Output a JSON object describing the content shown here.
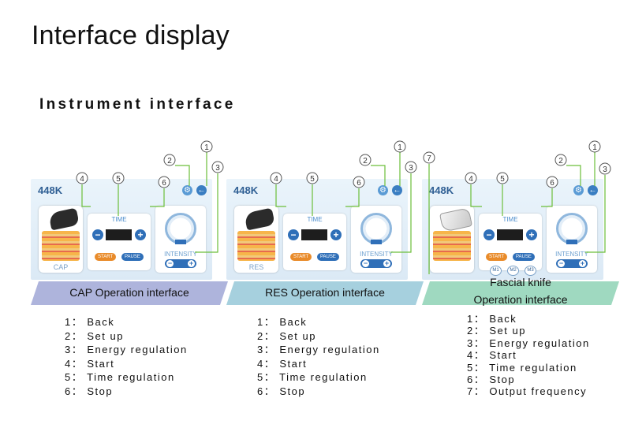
{
  "page_title": "Interface display",
  "section_title": "Instrument interface",
  "panels": [
    {
      "model": "448K",
      "thumb_label": "CAP",
      "time_label": "TIME",
      "start": "START",
      "pause": "PAUSE",
      "intensity": "INTENSITY",
      "banner": "CAP Operation interface",
      "legend": [
        "1： Back",
        "2： Set up",
        "3： Energy regulation",
        "4： Start",
        "5： Time regulation",
        "6： Stop"
      ]
    },
    {
      "model": "448K",
      "thumb_label": "RES",
      "time_label": "TIME",
      "start": "START",
      "pause": "PAUSE",
      "intensity": "INTENSITY",
      "banner": "RES Operation interface",
      "legend": [
        "1： Back",
        "2： Set up",
        "3： Energy regulation",
        "4： Start",
        "5： Time regulation",
        "6： Stop"
      ]
    },
    {
      "model": "448K",
      "time_label": "TIME",
      "start": "START",
      "pause": "PAUSE",
      "intensity": "INTENSITY",
      "modes": [
        "M1",
        "M2",
        "M3"
      ],
      "banner_line1": "Fascial knife",
      "banner_line2": "Operation interface",
      "legend": [
        "1： Back",
        "2： Set up",
        "3： Energy regulation",
        "4： Start",
        "5： Time regulation",
        "6： Stop",
        "7： Output frequency"
      ]
    }
  ],
  "colors": {
    "accent_blue": "#2f6fb8",
    "start_orange": "#e98b2a",
    "lead_green": "#6cbf3a",
    "banner_cap": "#aeb4dc",
    "banner_res": "#a6d0de",
    "banner_fascial": "#9fd9c0"
  }
}
